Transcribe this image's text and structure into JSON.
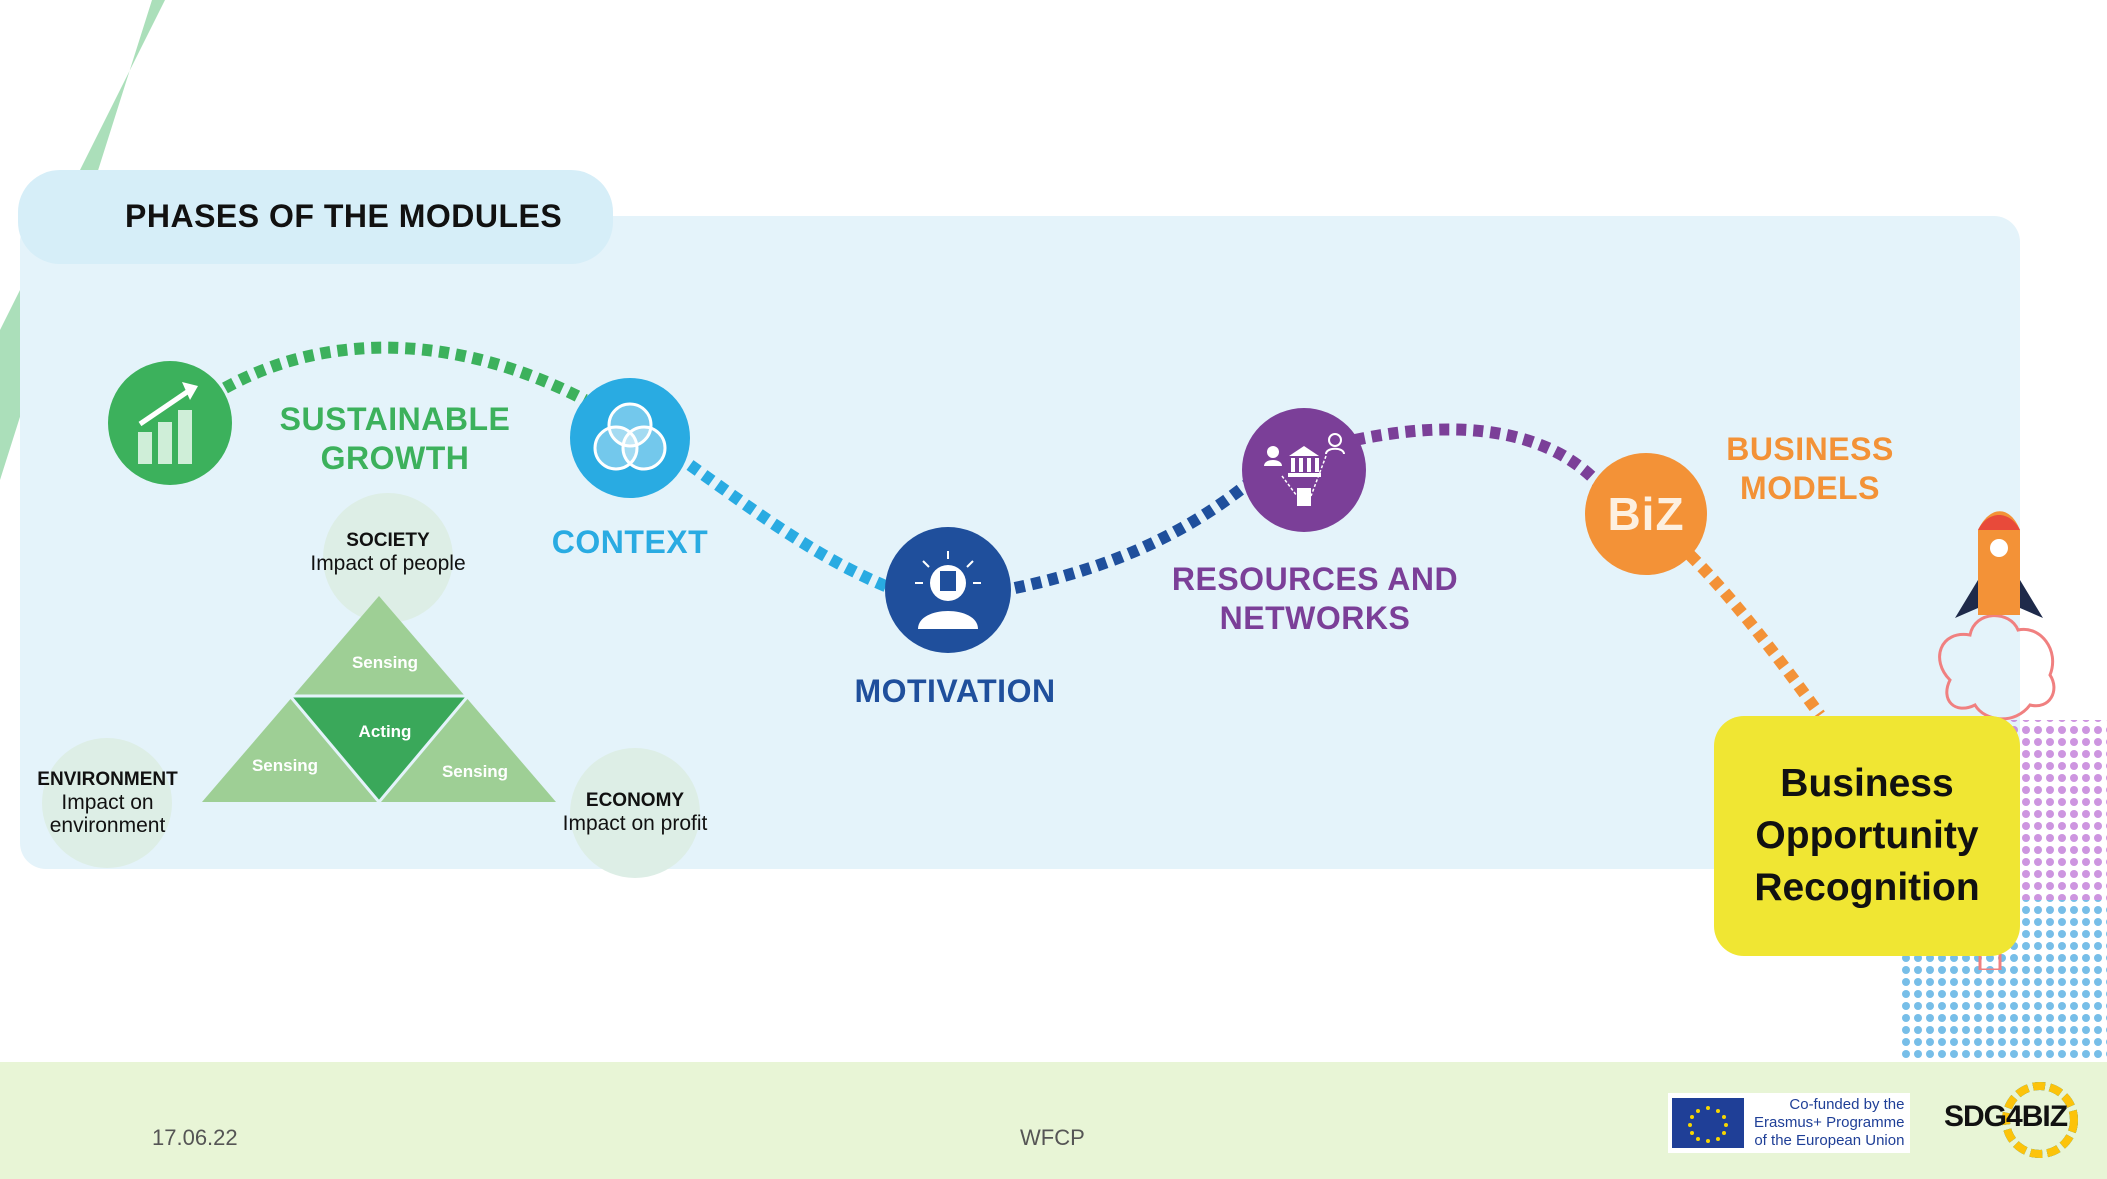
{
  "slide": {
    "title": "PHASES OF THE MODULES"
  },
  "phases": [
    {
      "label_lines": [
        "SUSTAINABLE",
        "GROWTH"
      ],
      "color": "#3cb15c",
      "icon": "growth-chart-icon"
    },
    {
      "label_lines": [
        "CONTEXT"
      ],
      "color": "#29abe2",
      "icon": "venn-circles-icon"
    },
    {
      "label_lines": [
        "MOTIVATION"
      ],
      "color": "#1f4f9c",
      "icon": "person-idea-icon"
    },
    {
      "label_lines": [
        "RESOURCES AND",
        "NETWORKS"
      ],
      "color": "#7b3f98",
      "icon": "network-institution-icon"
    },
    {
      "label_lines": [
        "BUSINESS",
        "MODELS"
      ],
      "color": "#f39237",
      "icon": "biz-icon",
      "icon_text": "BiZ"
    }
  ],
  "pillars": [
    {
      "heading": "SOCIETY",
      "sub_lines": [
        "Impact of people"
      ]
    },
    {
      "heading": "ENVIRONMENT",
      "sub_lines": [
        "Impact on",
        "environment"
      ]
    },
    {
      "heading": "ECONOMY",
      "sub_lines": [
        "Impact on profit"
      ]
    }
  ],
  "triangle": {
    "top": "Sensing",
    "center": "Acting",
    "left": "Sensing",
    "right": "Sensing",
    "light_color": "#9ecf95",
    "dark_color": "#3aa85a"
  },
  "goal": {
    "label_lines": [
      "Business",
      "Opportunity",
      "Recognition"
    ],
    "color": "#f0e633",
    "icon": "rocket-icon"
  },
  "footer": {
    "date": "17.06.22",
    "center": "WFCP",
    "eu_lines": [
      "Co-funded by the",
      "Erasmus+ Programme",
      "of the European Union"
    ],
    "brand": "SDG4BIZ",
    "eu_icon": "eu-flag-icon"
  }
}
